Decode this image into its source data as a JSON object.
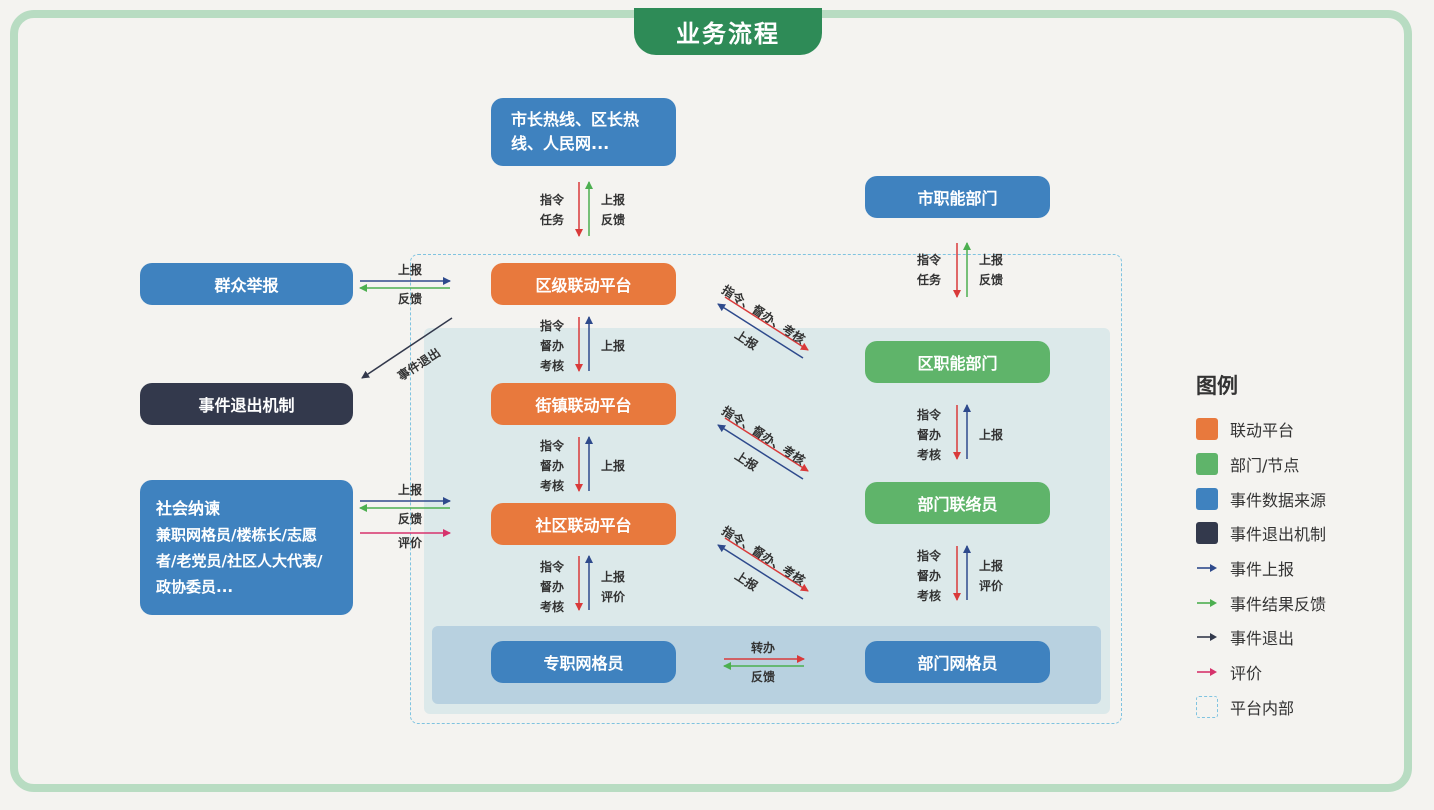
{
  "title": "业务流程",
  "nodes": {
    "hotline": "市长热线、区长热线、人民网...",
    "city_dept": "市职能部门",
    "public_report": "群众举报",
    "district_platform": "区级联动平台",
    "exit_mechanism": "事件退出机制",
    "district_dept": "区职能部门",
    "street_platform": "街镇联动平台",
    "community_title": "社会纳谏",
    "community_body": "兼职网格员/楼栋长/志愿者/老党员/社区人大代表/政协委员...",
    "community_platform": "社区联动平台",
    "dept_liaison": "部门联络员",
    "grid_worker": "专职网格员",
    "dept_grid_worker": "部门网格员"
  },
  "labels": {
    "command_task": "指令\n任务",
    "report_feedback": "上报\n反馈",
    "report": "上报",
    "feedback": "反馈",
    "evaluate": "评价",
    "command_supervise_assess": "指令\n督办\n考核",
    "report_evaluate": "上报\n评价",
    "diag_cmd": "指令、督办、考核",
    "exit_event": "事件退出",
    "transfer": "转办"
  },
  "legend": {
    "title": "图例",
    "items": [
      {
        "type": "swatch",
        "color": "#e8793d",
        "label": "联动平台"
      },
      {
        "type": "swatch",
        "color": "#5fb46a",
        "label": "部门/节点"
      },
      {
        "type": "swatch",
        "color": "#3f82bf",
        "label": "事件数据来源"
      },
      {
        "type": "swatch",
        "color": "#33394c",
        "label": "事件退出机制"
      },
      {
        "type": "arrow",
        "color": "#2e4a8c",
        "label": "事件上报"
      },
      {
        "type": "arrow",
        "color": "#4caf50",
        "label": "事件结果反馈"
      },
      {
        "type": "arrow",
        "color": "#33394c",
        "label": "事件退出"
      },
      {
        "type": "arrow",
        "color": "#d6336c",
        "label": "评价"
      },
      {
        "type": "dashed",
        "color": "#7fc3e0",
        "label": "平台内部"
      }
    ]
  },
  "colors": {
    "report": "#2e4a8c",
    "feedback": "#4caf50",
    "command": "#d93a3a",
    "exit": "#33394c",
    "evaluate": "#d6336c"
  }
}
